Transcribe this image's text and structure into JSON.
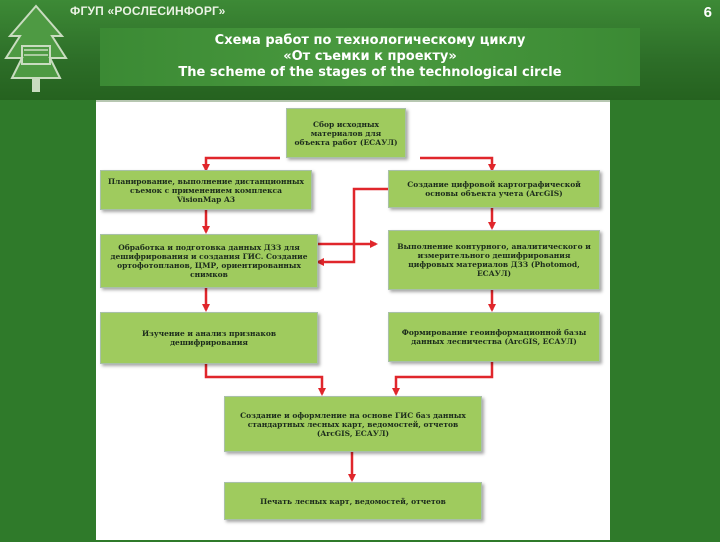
{
  "header": {
    "org_name": "ФГУП «РОСЛЕСИНФОРГ»",
    "page_number": "6",
    "title_lines": [
      "Схема работ по технологическому циклу",
      "«От съемки к проекту»",
      "The scheme of the stages of the technological circle"
    ]
  },
  "diagram": {
    "boxes": {
      "collect": "Сбор исходных материалов для объекта работ (ЕСАУЛ)",
      "planning": "Планирование, выполнение дистанционных съемок с применением комплекса VisionMap A3",
      "cartobase": "Создание цифровой картографической основы объекта учета (ArcGIS)",
      "processing": "Обработка и подготовка данных ДЗЗ для дешифрирования и создания ГИС. Создание ортофотопланов, ЦМР, ориентированных снимков",
      "contour": "Выполнение контурного, аналитического и измерительного дешифрирования цифровых материалов ДЗЗ (Photomod, ЕСАУЛ)",
      "study": "Изучение и анализ признаков дешифрирования",
      "gisbase": "Формирование геоинформационной базы данных лесничества (ArcGIS, ЕСАУЛ)",
      "maps": "Создание и оформление на основе ГИС баз данных стандартных лесных карт, ведомостей, отчетов (ArcGIS, ЕСАУЛ)",
      "print": "Печать лесных карт, ведомостей, отчетов"
    }
  },
  "colors": {
    "background": "#2f7a2a",
    "box_fill": "#9fcb5e",
    "arrow": "#e0262b"
  }
}
